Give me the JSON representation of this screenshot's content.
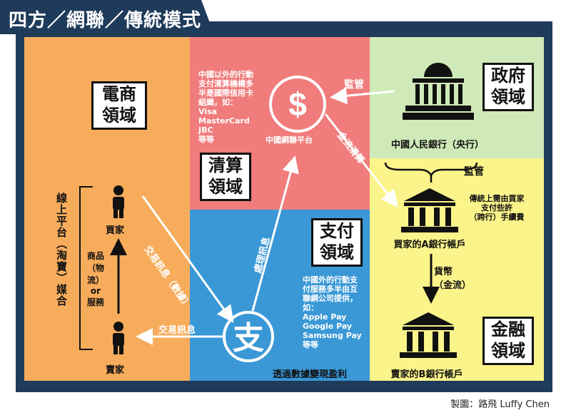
{
  "title": "四方／網聯／傳統模式",
  "zones": {
    "ecommerce": "電商\n領域",
    "clearing": "清算\n領域",
    "payment": "支付\n領域",
    "government": "政府\n領域",
    "finance": "金融\n領域"
  },
  "clearing_note": [
    "中國以外的行動",
    "支付清算機構多",
    "半是國際信用卡",
    "組織，如：",
    "Visa",
    "MasterCard",
    "JBC",
    "等等"
  ],
  "dollar_caption": "中國網聯平台",
  "supervise_top": "監管",
  "central_bank": "中國人民銀行（央行）",
  "supervise_mid": "監管",
  "fee_note": [
    "傳統上需由買家",
    "支付些許",
    "（跨行）手續費"
  ],
  "buyer_bank": "買家的A銀行帳戶",
  "currency": [
    "貨幣",
    "（金流）"
  ],
  "seller_bank": "賣家的B銀行帳戶",
  "payment_note": [
    "中國外的行動支",
    "付服務多半由互",
    "聯網公司提供，",
    "如：",
    "Apple Pay",
    "Google Pay",
    "Samsung Pay",
    "等等"
  ],
  "profit_caption": "透過數據變現盈利",
  "buyer": "買家",
  "seller": "賣家",
  "goods": [
    "商品",
    "（物流）",
    "or",
    "服務"
  ],
  "platform_label": "線上平台（淘寶）媒合",
  "arrow_trade_info": "交易訊息（數據）",
  "arrow_process_info": "處理訊息",
  "arrow_trade_msg": "交易訊息",
  "arrow_money_clearing": "金流清算",
  "credit": "製圖：路飛 Luffy Chen",
  "colors": {
    "frame": "#1f3b5a",
    "ecommerce": "#f7ac5c",
    "clearing": "#f07c7c",
    "payment": "#3a98d6",
    "government": "#cfeab8",
    "finance": "#fbf48a"
  }
}
